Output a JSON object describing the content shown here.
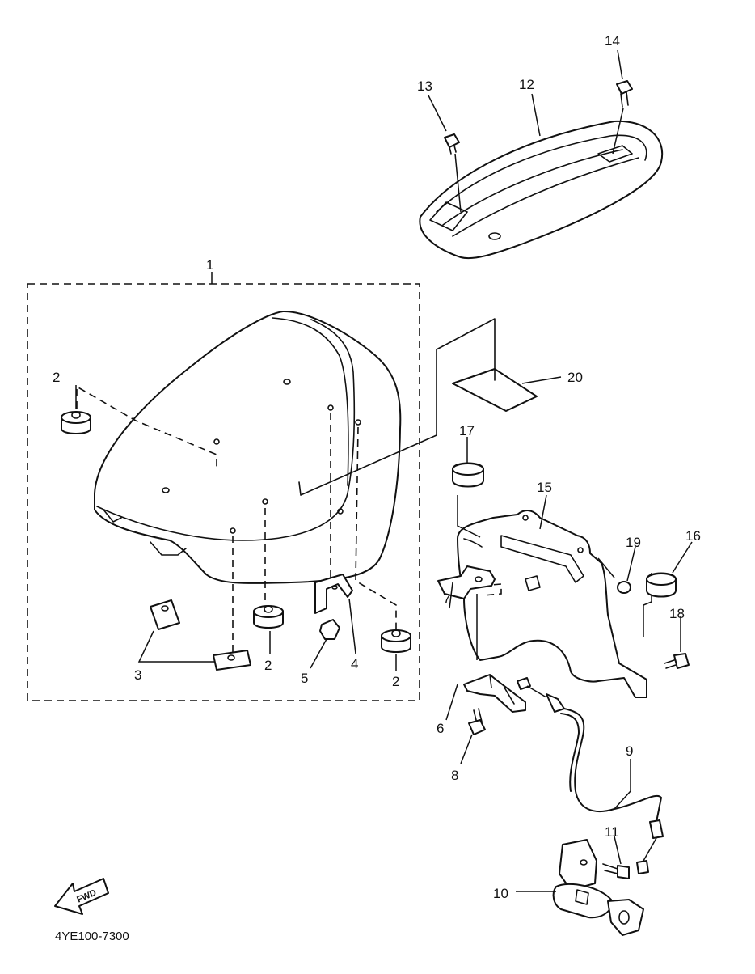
{
  "part_numbers": {
    "p1": "1",
    "p2a": "2",
    "p2b": "2",
    "p2c": "2",
    "p3": "3",
    "p4": "4",
    "p5": "5",
    "p6": "6",
    "p7": "7",
    "p8": "8",
    "p9": "9",
    "p10": "10",
    "p11": "11",
    "p12": "12",
    "p13": "13",
    "p14": "14",
    "p15": "15",
    "p16": "16",
    "p17": "17",
    "p18": "18",
    "p19": "19",
    "p20": "20"
  },
  "direction_label": "FWD",
  "diagram_code": "4YE100-7300"
}
